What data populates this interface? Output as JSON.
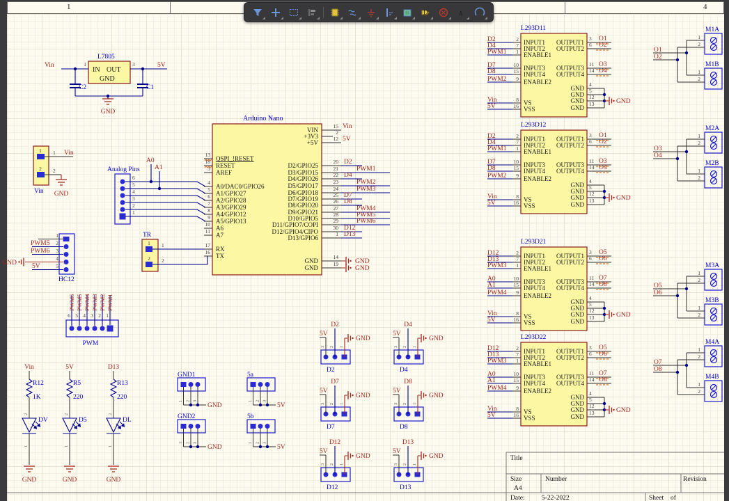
{
  "ruler": {
    "z1": "1",
    "z4": "4"
  },
  "toolbar": {
    "icons": [
      "filter",
      "move",
      "select",
      "align",
      "part",
      "wire",
      "ground",
      "probe",
      "image",
      "tag",
      "no-erc",
      "text",
      "arc"
    ],
    "text_glyph": "A",
    "tag_glyph": "D"
  },
  "regulator": {
    "des": "L7805",
    "pin_in": "IN",
    "pin_out": "OUT",
    "pin_gnd": "GND",
    "n1": "1",
    "n3": "3",
    "net_in": "Vin",
    "net_out": "5V",
    "c_left": "C2",
    "c_right": "C1",
    "gnd": "GND"
  },
  "vin_conn": {
    "label": "Vin",
    "i1": "1",
    "i2": "2",
    "o1": "1",
    "o2": "2",
    "net": "Vin",
    "gnd": "GND"
  },
  "hc12": {
    "label": "HC12",
    "n1": "1",
    "n2": "2",
    "n3": "3",
    "n4": "4",
    "n5": "5",
    "pwm5": "PWM5",
    "pwm6": "PWM6",
    "gnd": "GND",
    "v5": "5V"
  },
  "analog": {
    "label": "Analog Pins",
    "nums": [
      "6",
      "5",
      "4",
      "3",
      "2",
      "1"
    ],
    "a0": "A0",
    "a1": "A1"
  },
  "tr": {
    "label": "TR",
    "i1": "1",
    "i2": "2",
    "o1": "1",
    "o2": "2"
  },
  "arduino": {
    "title": "Arduino Nano",
    "left": [
      {
        "n": "13",
        "t": "QSPI_!RESET"
      },
      {
        "n": "18",
        "t": "RESET"
      },
      {
        "n": "3",
        "t": "AREF"
      },
      {
        "n": "4",
        "t": "A0/DAC0/GPIO26"
      },
      {
        "n": "5",
        "t": "A1/GPIO27"
      },
      {
        "n": "6",
        "t": "A2/GPIO28"
      },
      {
        "n": "7",
        "t": "A3/GPIO29"
      },
      {
        "n": "8",
        "t": "A4/GPIO12"
      },
      {
        "n": "9",
        "t": "A5/GPIO13"
      },
      {
        "n": "10",
        "t": "A6"
      },
      {
        "n": "11",
        "t": "A7"
      },
      {
        "n": "17",
        "t": "RX"
      },
      {
        "n": "16",
        "t": "TX"
      }
    ],
    "rt": [
      {
        "n": "15",
        "t": "VIN",
        "net": "Vin"
      },
      {
        "n": "2",
        "t": "+3V3"
      },
      {
        "n": "12",
        "t": "+5V",
        "net": "5V"
      }
    ],
    "io": [
      {
        "n": "20",
        "t": "D2/GPIO25",
        "net": "D2"
      },
      {
        "n": "21",
        "t": "D3/GPIO15",
        "net": "PWM1"
      },
      {
        "n": "22",
        "t": "D4/GPIO26",
        "net": "D4"
      },
      {
        "n": "23",
        "t": "D5/GPIO17",
        "net": "PWM2"
      },
      {
        "n": "24",
        "t": "D6/GPIO18",
        "net": "PWM3"
      },
      {
        "n": "25",
        "t": "D7/GPIO19",
        "net": "D7"
      },
      {
        "n": "26",
        "t": "D8/GPIO20",
        "net": "D8"
      },
      {
        "n": "27",
        "t": "D9/GPIO21",
        "net": "PWM4"
      },
      {
        "n": "28",
        "t": "D10/GPIO5",
        "net": "PWM5"
      },
      {
        "n": "29",
        "t": "D11/GPIO7/COPI",
        "net": "PWM6"
      },
      {
        "n": "30",
        "t": "D12/GPIO4/CIPO",
        "net": "D12"
      },
      {
        "n": "1",
        "t": "D13/GPIO6",
        "net": "D13"
      }
    ],
    "gnd": [
      {
        "n": "14",
        "t": "GND",
        "net": "GND"
      },
      {
        "n": "19",
        "t": "GND",
        "net": "GND"
      }
    ]
  },
  "pwm": {
    "label": "PWM",
    "nums": [
      "6",
      "5",
      "4",
      "3",
      "2",
      "1"
    ],
    "nets": [
      "PWM6",
      "PWM5",
      "PWM4",
      "PWM3",
      "PWM2",
      "PWM1"
    ]
  },
  "leds": [
    {
      "net": "Vin",
      "r": "R12",
      "v": "1K",
      "d": "DV",
      "g": "GND",
      "p2": "2",
      "p1": "1"
    },
    {
      "net": "5V",
      "r": "R5",
      "v": "220",
      "d": "D5",
      "g": "GND",
      "p2": "2",
      "p1": "1"
    },
    {
      "net": "D13",
      "r": "R13",
      "v": "220",
      "d": "DL",
      "g": "GND",
      "p2": "2",
      "p1": "1"
    }
  ],
  "jumpers": [
    {
      "label": "GND1",
      "net": "GND",
      "n1": "1",
      "n2": "2",
      "n3": "3"
    },
    {
      "label": "5a",
      "net": "5V",
      "n1": "1",
      "n2": "2",
      "n3": "3"
    },
    {
      "label": "GND2",
      "net": "GND",
      "n1": "1",
      "n2": "2",
      "n3": "3"
    },
    {
      "label": "5b",
      "net": "5V",
      "n1": "1",
      "n2": "2",
      "n3": "3"
    }
  ],
  "sensors": [
    {
      "label": "D2",
      "net": "D2",
      "v": "5V",
      "g": "GND",
      "n3": "3",
      "n2": "2",
      "n1": "1"
    },
    {
      "label": "D4",
      "net": "D4",
      "v": "5V",
      "g": "GND",
      "n3": "3",
      "n2": "2",
      "n1": "1"
    },
    {
      "label": "D7",
      "net": "D7",
      "v": "5V",
      "g": "GND",
      "n3": "3",
      "n2": "2",
      "n1": "1"
    },
    {
      "label": "D8",
      "net": "D8",
      "v": "5V",
      "g": "GND",
      "n3": "3",
      "n2": "2",
      "n1": "1"
    },
    {
      "label": "D12",
      "net": "D12",
      "v": "5V",
      "g": "GND",
      "n3": "3",
      "n2": "2",
      "n1": "1"
    },
    {
      "label": "D13",
      "net": "D13",
      "v": "5V",
      "g": "GND",
      "n3": "3",
      "n2": "2",
      "n1": "1"
    }
  ],
  "chip_common": {
    "in1": "INPUT1",
    "in2": "INPUT2",
    "en1": "ENABLE1",
    "in3": "INPUT3",
    "in4": "INPUT4",
    "en2": "ENABLE2",
    "vs": "VS",
    "vss": "VSS",
    "out1": "OUTPUT1",
    "out2": "OUTPUT2",
    "out3": "OUTPUT3",
    "out4": "OUTPUT4",
    "gnd": "GND"
  },
  "chips": [
    {
      "title": "L293D11",
      "nets_left": [
        "D2",
        "D4",
        "PWM1",
        "D7",
        "D8",
        "PWM2",
        "Vin",
        "5V"
      ],
      "nums_left": [
        "2",
        "7",
        "1",
        "10",
        "15",
        "9",
        "8",
        "16"
      ],
      "outs": [
        {
          "n": "3",
          "net": "O1"
        },
        {
          "n": "6",
          "net": "O2"
        },
        {
          "n": "11",
          "net": "O3"
        },
        {
          "n": "14",
          "net": "O4"
        }
      ],
      "gnd_nums": [
        "4",
        "5",
        "12",
        "13"
      ],
      "gnd_net": "GND"
    },
    {
      "title": "L293D12",
      "nets_left": [
        "D2",
        "D4",
        "PWM1",
        "D7",
        "D8",
        "PWM2",
        "Vin",
        "5V"
      ],
      "nums_left": [
        "2",
        "7",
        "1",
        "10",
        "15",
        "9",
        "8",
        "16"
      ],
      "outs": [
        {
          "n": "3",
          "net": "O1"
        },
        {
          "n": "6",
          "net": "O2"
        },
        {
          "n": "11",
          "net": "O3"
        },
        {
          "n": "14",
          "net": "O4"
        }
      ],
      "gnd_nums": [
        "4",
        "5",
        "12",
        "13"
      ],
      "gnd_net": "GND"
    },
    {
      "title": "L293D21",
      "nets_left": [
        "D12",
        "D13",
        "PWM3",
        "A0",
        "A1",
        "PWM4",
        "Vin",
        "5V"
      ],
      "nums_left": [
        "2",
        "7",
        "1",
        "10",
        "15",
        "9",
        "8",
        "16"
      ],
      "outs": [
        {
          "n": "3",
          "net": "O5"
        },
        {
          "n": "6",
          "net": "O6"
        },
        {
          "n": "11",
          "net": "O7"
        },
        {
          "n": "14",
          "net": "O8"
        }
      ],
      "gnd_nums": [
        "4",
        "5",
        "12",
        "13"
      ],
      "gnd_net": "GND"
    },
    {
      "title": "L293D22",
      "nets_left": [
        "D12",
        "D13",
        "PWM3",
        "A0",
        "A1",
        "PWM4",
        "Vin",
        "5V"
      ],
      "nums_left": [
        "2",
        "7",
        "1",
        "10",
        "15",
        "9",
        "8",
        "16"
      ],
      "outs": [
        {
          "n": "3",
          "net": "O5"
        },
        {
          "n": "6",
          "net": "O6"
        },
        {
          "n": "11",
          "net": "O7"
        },
        {
          "n": "14",
          "net": "O8"
        }
      ],
      "gnd_nums": [
        "4",
        "5",
        "12",
        "13"
      ],
      "gnd_net": "GND"
    }
  ],
  "motors": [
    {
      "a": "M1A",
      "b": "M1B",
      "na": "O1",
      "nb": "O2",
      "p1": "1",
      "p2": "2"
    },
    {
      "a": "M2A",
      "b": "M2B",
      "na": "O3",
      "nb": "O4",
      "p1": "1",
      "p2": "2"
    },
    {
      "a": "M3A",
      "b": "M3B",
      "na": "O5",
      "nb": "O6",
      "p1": "1",
      "p2": "2"
    },
    {
      "a": "M4A",
      "b": "M4B",
      "na": "O7",
      "nb": "O8",
      "p1": "1",
      "p2": "2"
    }
  ],
  "titleblock": {
    "title": "Title",
    "size": "Size",
    "size_v": "A4",
    "number": "Number",
    "revision": "Revision",
    "date": "Date:",
    "date_v": "5-22-2022",
    "sheet": "Sheet",
    "of": "of"
  }
}
